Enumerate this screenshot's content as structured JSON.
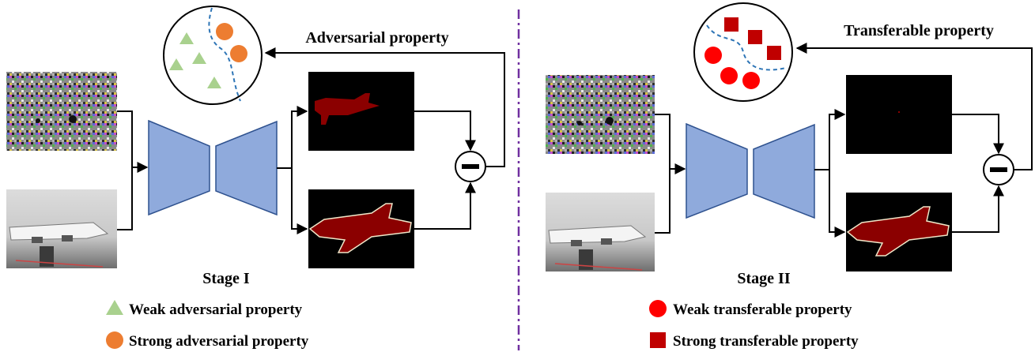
{
  "stage1": {
    "title": "Stage I",
    "property_label": "Adversarial property",
    "legend_weak": "Weak adversarial property",
    "legend_strong": "Strong adversarial property",
    "weak_color": "#a9d18e",
    "strong_color": "#ed7d31"
  },
  "stage2": {
    "title": "Stage II",
    "property_label": "Transferable property",
    "legend_weak": "Weak transferable property",
    "legend_strong": "Strong transferable property",
    "weak_color": "#ff0000",
    "strong_color": "#c00000"
  },
  "colors": {
    "network": "#8faadc",
    "network_stroke": "#2f528f",
    "divider": "#7030a0",
    "mask": "#8b0000",
    "boundary": "#2e75b6"
  },
  "icons": {
    "subtract": "minus-circle-icon"
  }
}
